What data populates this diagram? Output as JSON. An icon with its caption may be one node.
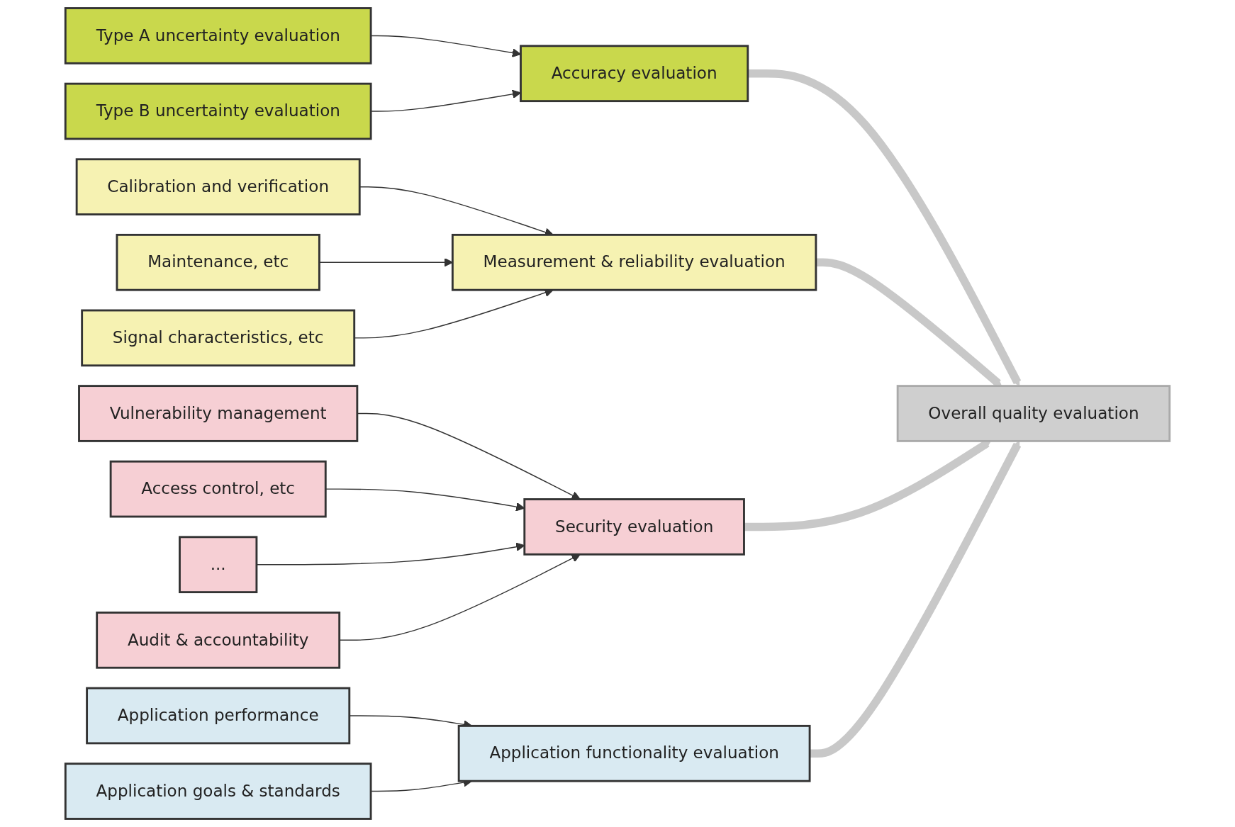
{
  "diagram": {
    "nodes": [
      {
        "text": [
          "Type A uncertainty evaluation"
        ]
      },
      {
        "text": [
          "Type B uncertainty evaluation"
        ]
      },
      {
        "text": [
          "Calibration and verification"
        ]
      },
      {
        "text": [
          "Maintenance, etc"
        ]
      },
      {
        "text": [
          "Signal characteristics, etc"
        ]
      },
      {
        "text": [
          "Vulnerability management"
        ]
      },
      {
        "text": [
          "Access control, etc"
        ]
      },
      {
        "text": [
          "..."
        ]
      },
      {
        "text": [
          "Audit & accountability"
        ]
      },
      {
        "text": [
          "Application performance"
        ]
      },
      {
        "text": [
          "Application goals & standards"
        ]
      },
      {
        "text": [
          "Accuracy evaluation"
        ]
      },
      {
        "text": [
          "Measurement & reliability evaluation"
        ]
      },
      {
        "text": [
          "Security evaluation"
        ]
      },
      {
        "text": [
          "Application functionality evaluation"
        ]
      },
      {
        "text": [
          "Overall quality evaluation"
        ]
      }
    ],
    "edges": [
      {
        "from": 0,
        "to": 11,
        "arrow": "to"
      },
      {
        "from": 1,
        "to": 11,
        "arrow": "to"
      },
      {
        "from": 2,
        "to": 12,
        "arrow": "to"
      },
      {
        "from": 3,
        "to": 12,
        "arrow": "to"
      },
      {
        "from": 4,
        "to": 12,
        "arrow": "to"
      },
      {
        "from": 5,
        "to": 13,
        "arrow": "to"
      },
      {
        "from": 6,
        "to": 13,
        "arrow": "to"
      },
      {
        "from": 7,
        "to": 13,
        "arrow": "to"
      },
      {
        "from": 8,
        "to": 13,
        "arrow": "to"
      },
      {
        "from": 9,
        "to": 14,
        "arrow": "to"
      },
      {
        "from": 10,
        "to": 14,
        "arrow": "to"
      },
      {
        "from": 11,
        "to": 15,
        "arrow": "to",
        "style": "thick",
        "color": "#c8c8c8"
      },
      {
        "from": 12,
        "to": 15,
        "arrow": "to",
        "style": "thick",
        "color": "#c8c8c8"
      },
      {
        "from": 13,
        "to": 15,
        "arrow": "to",
        "style": "thick",
        "color": "#c8c8c8"
      },
      {
        "from": 14,
        "to": 15,
        "arrow": "to",
        "style": "thick",
        "color": "#c8c8c8"
      }
    ]
  }
}
